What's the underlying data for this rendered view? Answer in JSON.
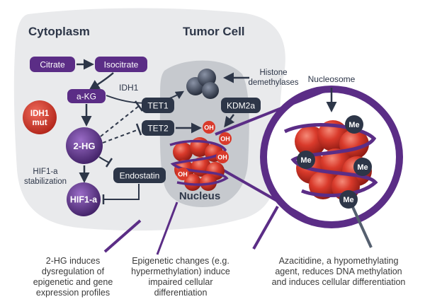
{
  "regions": {
    "cytoplasm": "Cytoplasm",
    "tumor_cell": "Tumor Cell",
    "nucleus": "Nucleus"
  },
  "nodes": {
    "citrate": "Citrate",
    "isocitrate": "Isocitrate",
    "akg": "a-KG",
    "idh1mut_line1": "IDH1",
    "idh1mut_line2": "mut",
    "twohg": "2-HG",
    "hif1a": "HIF1-a",
    "endostatin": "Endostatin",
    "tet1": "TET1",
    "tet2": "TET2",
    "kdm2a": "KDM2a",
    "oh": "OH",
    "me": "Me"
  },
  "labels": {
    "idh1": "IDH1",
    "hif1_stab_line1": "HIF1-a",
    "hif1_stab_line2": "stabilization",
    "histone_line1": "Histone",
    "histone_line2": "demethylases",
    "nucleosome": "Nucleosome"
  },
  "captions": {
    "left": [
      "2-HG induces",
      "dysregulation of",
      "epigenetic and gene",
      "expression profiles"
    ],
    "middle": [
      "Epigenetic changes (e.g.",
      "hypermethylation) induce",
      "impaired cellular",
      "differentiation"
    ],
    "right": [
      "Azacitidine, a hypomethylating",
      "agent, reduces DNA methylation",
      "and induces cellular differentiation"
    ]
  },
  "colors": {
    "purple": "#5b2d86",
    "dark_purple": "#3e1e63",
    "navy": "#2d3648",
    "red": "#d93a2b",
    "cell_gray": "#e9eaec",
    "nucleus_gray": "#c6c9ce"
  }
}
